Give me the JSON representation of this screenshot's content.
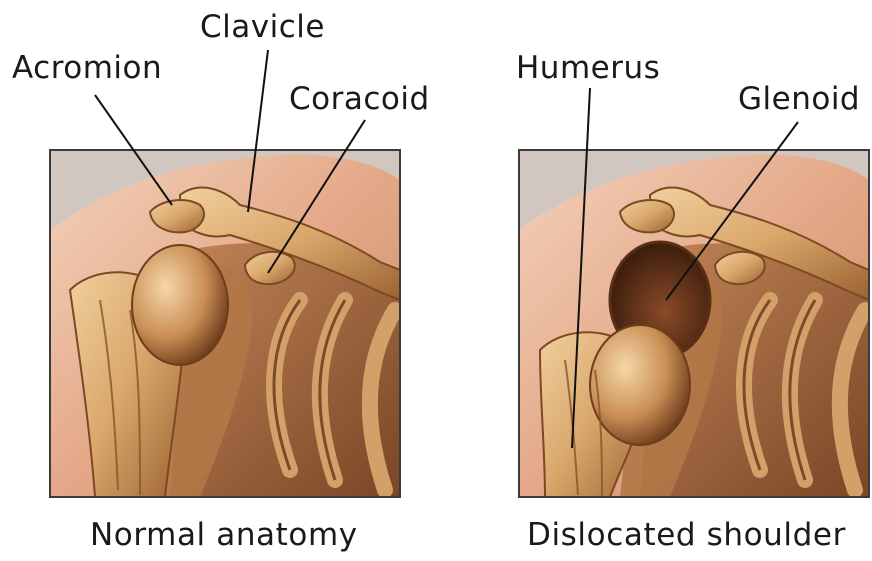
{
  "labels": {
    "acromion": "Acromion",
    "clavicle": "Clavicle",
    "coracoid": "Coracoid",
    "humerus": "Humerus",
    "glenoid": "Glenoid"
  },
  "captions": {
    "normal": "Normal anatomy",
    "dislocated": "Dislocated shoulder"
  },
  "colors": {
    "skin": "#e9b08c",
    "bone": "#d9a76c",
    "bone_shadow": "#8a5428",
    "muscle": "#a8693f",
    "background": "#ffffff"
  }
}
